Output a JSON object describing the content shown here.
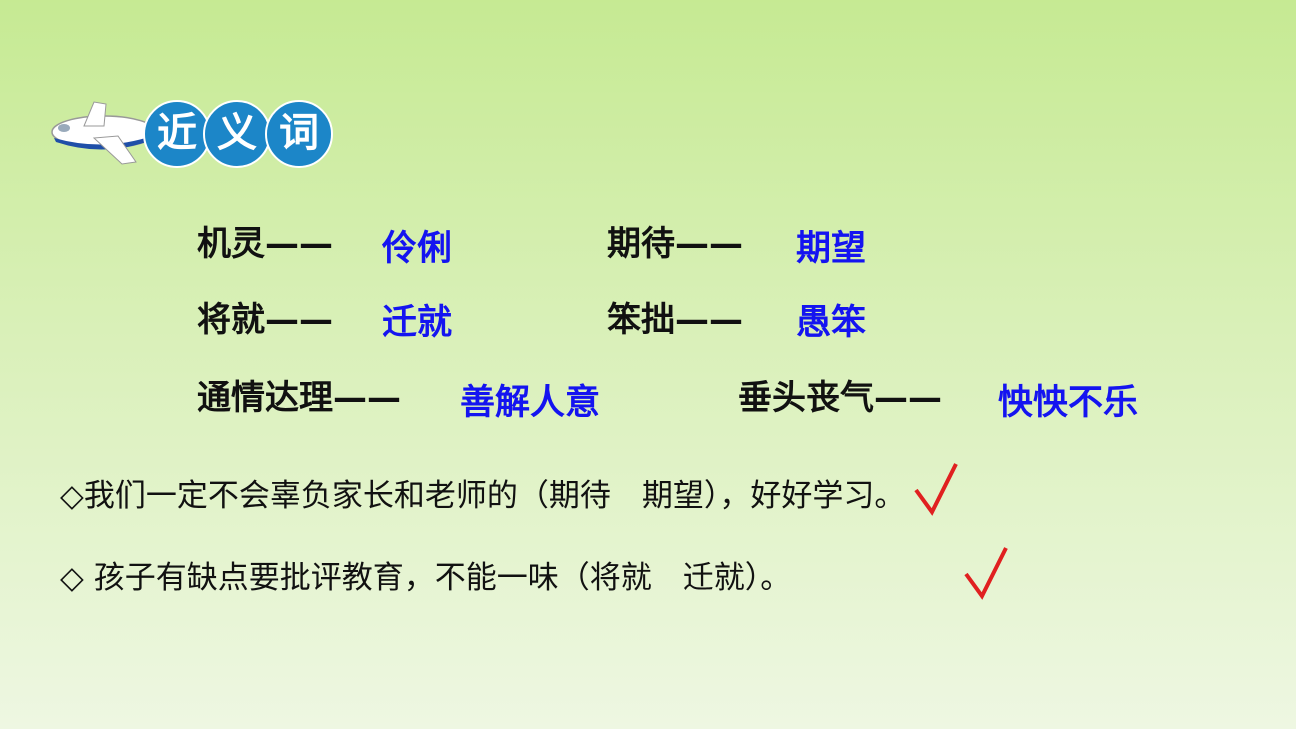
{
  "header": {
    "title_chars": [
      "近",
      "义",
      "词"
    ],
    "icon": "airplane-icon"
  },
  "pairs": [
    {
      "word": "机灵——",
      "answer": "伶俐"
    },
    {
      "word": "期待——",
      "answer": "期望"
    },
    {
      "word": "将就——",
      "answer": "迁就"
    },
    {
      "word": "笨拙——",
      "answer": "愚笨"
    },
    {
      "word": "通情达理——",
      "answer": "善解人意"
    },
    {
      "word": "垂头丧气——",
      "answer": "怏怏不乐"
    }
  ],
  "sentences": [
    {
      "text": "◇我们一定不会辜负家长和老师的（期待　期望），好好学习。",
      "checked": "期望"
    },
    {
      "text": "◇  孩子有缺点要批评教育，不能一味（将就　迁就）。",
      "checked": "迁就"
    }
  ],
  "colors": {
    "answer": "#1414f0",
    "check": "#e02020",
    "badge": "#1c86c8"
  }
}
